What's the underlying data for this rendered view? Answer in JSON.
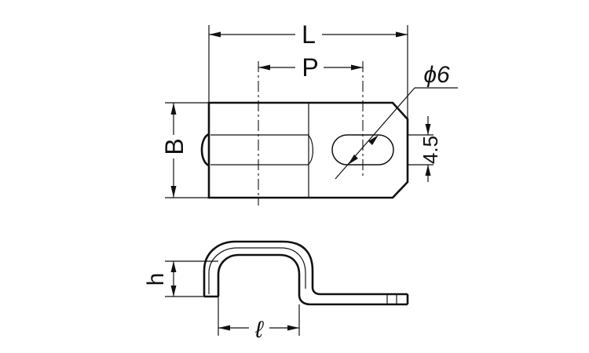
{
  "labels": {
    "length": "L",
    "pitch": "P",
    "width": "B",
    "hole_diameter": "ϕ6",
    "slot_width": "4.5",
    "height": "h",
    "inner_width": "ℓ"
  },
  "colors": {
    "line": "#111111",
    "background": "#ffffff"
  }
}
